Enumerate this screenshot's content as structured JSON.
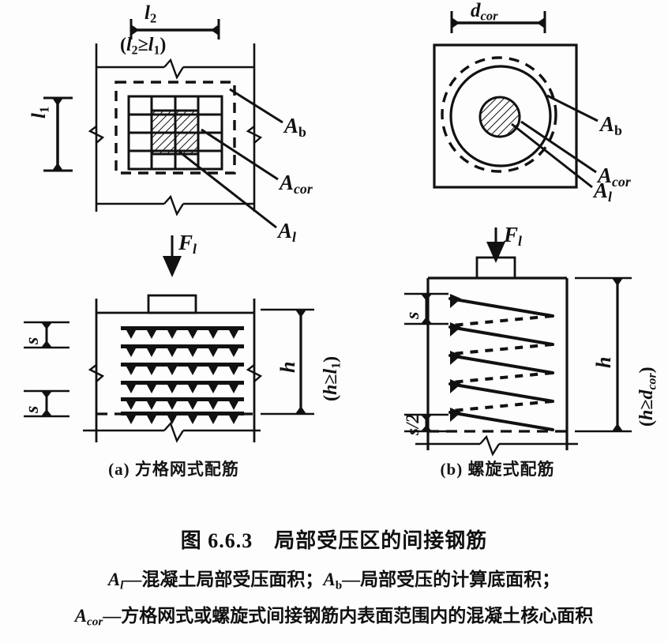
{
  "figure": {
    "number": "图 6.6.3",
    "title": "局部受压区的间接钢筋",
    "full_title": "图 6.6.3　局部受压区的间接钢筋"
  },
  "subcaptions": {
    "a": "(a) 方格网式配筋",
    "b": "(b) 螺旋式配筋"
  },
  "legend": {
    "line1_parts": {
      "sym1_base": "A",
      "sym1_sub": "l",
      "text1": "—混凝土局部受压面积；",
      "sym2_base": "A",
      "sym2_sub": "b",
      "text2": "—局部受压的计算底面积；"
    },
    "line2_parts": {
      "sym_base": "A",
      "sym_sub": "cor",
      "text": "—方格网式或螺旋式间接钢筋内表面范围内的混凝土核心面积"
    },
    "line1_plain": "Al—混凝土局部受压面积；Ab—局部受压的计算底面积；",
    "line2_plain": "Acor—方格网式或螺旋式间接钢筋内表面范围内的混凝土核心面积"
  },
  "labels": {
    "A_b": "A_b",
    "A_cor": "A_cor",
    "A_l": "A_l",
    "F_l": "F_l",
    "l_1": "l₁",
    "l_2": "l₂",
    "l2_ge_l1": "(l₂≥l₁)",
    "d_cor": "d_cor",
    "h": "h",
    "h_ge_l1": "(h≥l₁)",
    "h_ge_dcor": "(h≥d_cor)",
    "s": "s",
    "s_over_2": "s/2"
  },
  "panels": {
    "top_left": {
      "name": "方格网式配筋 平面图",
      "elements": [
        "concrete-outline",
        "Ab-dashed-square",
        "mesh-grid",
        "Al-hatched-square",
        "break-marks"
      ],
      "mesh_rows": 5,
      "mesh_cols": 5
    },
    "top_right": {
      "name": "螺旋式配筋 平面图",
      "elements": [
        "concrete-square",
        "Ab-dashed-circle",
        "Acor-solid-circle",
        "Al-hatched-circle"
      ]
    },
    "bottom_left": {
      "name": "方格网式配筋 立面图",
      "elements": [
        "load-plate",
        "load-arrow",
        "mesh-layers",
        "height-dimension",
        "spacing-dimensions"
      ],
      "mesh_layers": 6
    },
    "bottom_right": {
      "name": "螺旋式配筋 立面图",
      "elements": [
        "load-plate",
        "load-arrow",
        "spiral-coils",
        "height-dimension",
        "spacing-dimensions"
      ],
      "spiral_turns": 5
    }
  },
  "colors": {
    "ink": "#111111",
    "background": "#fdfdfd",
    "hatch": "#111111"
  }
}
